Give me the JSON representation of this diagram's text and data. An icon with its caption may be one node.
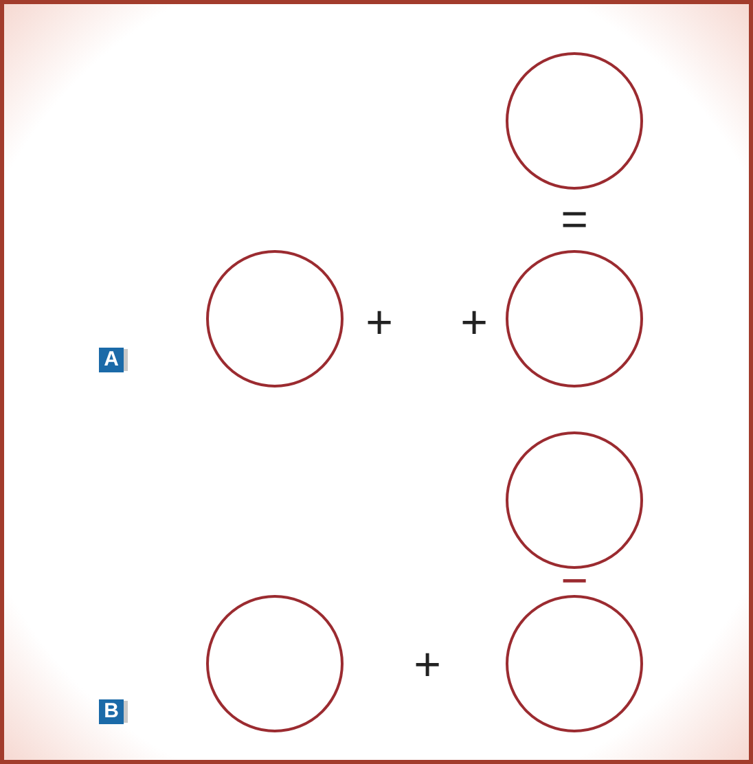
{
  "diagram": {
    "nodes": [
      {
        "text": [],
        "shape": "circle"
      },
      {
        "text": [],
        "shape": "circle"
      },
      {
        "text": [],
        "shape": "circle"
      },
      {
        "text": [],
        "shape": "circle"
      },
      {
        "text": [],
        "shape": "circle"
      },
      {
        "text": [],
        "shape": "circle"
      }
    ],
    "labels": [
      "=",
      "A",
      "+",
      "+",
      "+",
      "−",
      "B"
    ]
  }
}
